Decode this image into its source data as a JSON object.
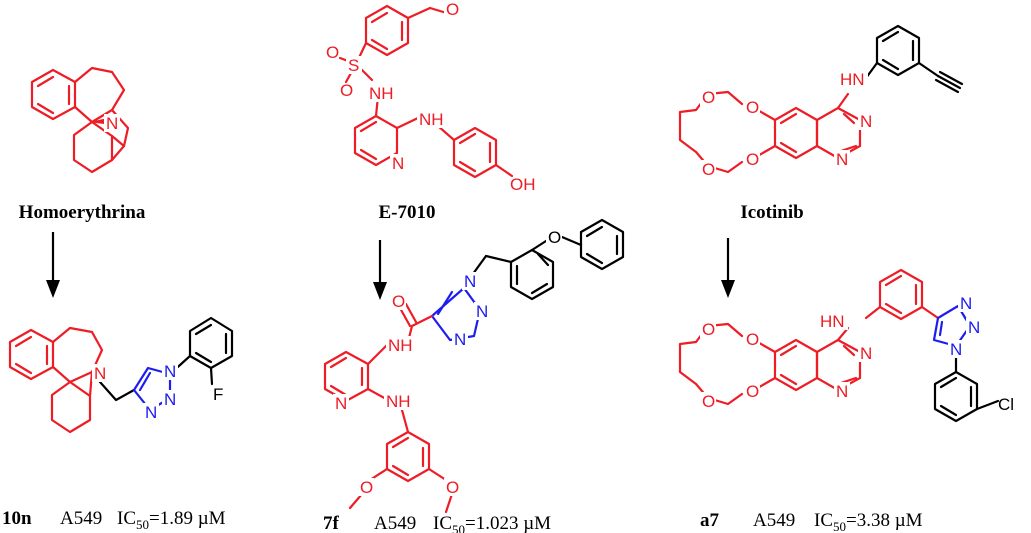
{
  "figure": {
    "parents": [
      {
        "name": "Homoerythrina"
      },
      {
        "name": "E-7010"
      },
      {
        "name": "Icotinib"
      }
    ],
    "products": [
      {
        "id": "10n",
        "cell_line": "A549",
        "ic50_prefix": "IC",
        "ic50_sub": "50",
        "ic50_value": "=1.89 µM"
      },
      {
        "id": "7f",
        "cell_line": "A549",
        "ic50_prefix": "IC",
        "ic50_sub": "50",
        "ic50_value": "=1.023 µM"
      },
      {
        "id": "a7",
        "cell_line": "A549",
        "ic50_prefix": "IC",
        "ic50_sub": "50",
        "ic50_value": "=3.38 µM"
      }
    ],
    "atoms": {
      "N": "N",
      "NH": "NH",
      "HN": "HN",
      "O": "O",
      "S": "S",
      "OH": "OH",
      "F": "F",
      "Cl": "Cl"
    },
    "colors": {
      "parent_scaffold": "#ee1c25",
      "triazole": "#1d1df0",
      "substituent": "#000000"
    }
  }
}
